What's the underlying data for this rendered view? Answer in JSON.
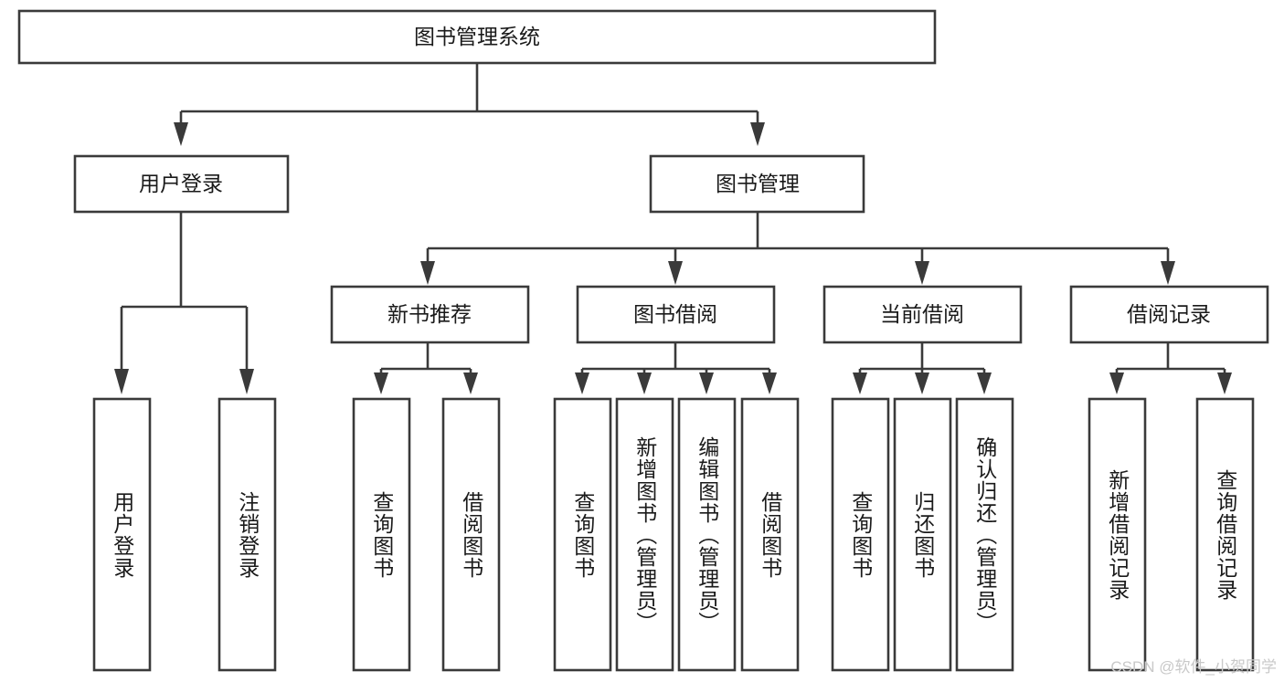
{
  "diagram": {
    "title": "图书管理系统",
    "type": "tree",
    "watermark": "CSDN @软件_小贺同学",
    "colors": {
      "box_stroke": "#3a3a3a",
      "box_fill": "#ffffff",
      "text": "#1a1a1a",
      "background": "#ffffff",
      "watermark": "#c9c9c9"
    },
    "levels": {
      "root": {
        "label": "图书管理系统"
      },
      "level2": [
        {
          "label": "用户登录"
        },
        {
          "label": "图书管理"
        }
      ],
      "level3": [
        {
          "label": "新书推荐"
        },
        {
          "label": "图书借阅"
        },
        {
          "label": "当前借阅"
        },
        {
          "label": "借阅记录"
        }
      ],
      "leaves": [
        {
          "label": "用户登录",
          "parent": "用户登录"
        },
        {
          "label": "注销登录",
          "parent": "用户登录"
        },
        {
          "label": "查询图书",
          "parent": "新书推荐"
        },
        {
          "label": "借阅图书",
          "parent": "新书推荐"
        },
        {
          "label": "查询图书",
          "parent": "图书借阅"
        },
        {
          "label": "新增图书（管理员）",
          "parent": "图书借阅"
        },
        {
          "label": "编辑图书（管理员）",
          "parent": "图书借阅"
        },
        {
          "label": "借阅图书",
          "parent": "图书借阅"
        },
        {
          "label": "查询图书",
          "parent": "当前借阅"
        },
        {
          "label": "归还图书",
          "parent": "当前借阅"
        },
        {
          "label": "确认归还（管理员）",
          "parent": "当前借阅"
        },
        {
          "label": "新增借阅记录",
          "parent": "借阅记录"
        },
        {
          "label": "查询借阅记录",
          "parent": "借阅记录"
        }
      ]
    }
  }
}
